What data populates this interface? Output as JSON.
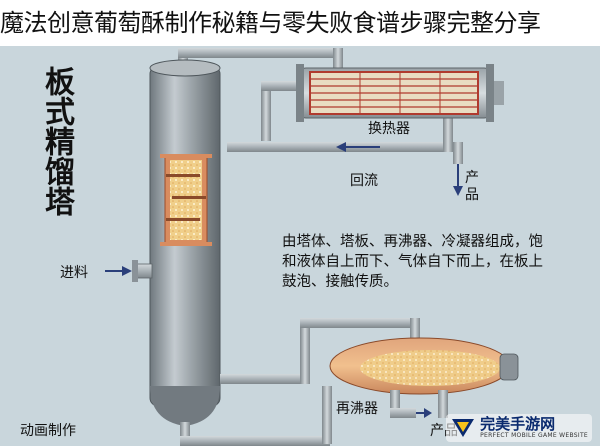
{
  "headline": "魔法创意葡萄酥制作秘籍与零失败食谱步骤完整分享",
  "diagram": {
    "title": "板式精馏塔",
    "labels": {
      "heat_exchanger": "换热器",
      "reflux": "回流",
      "product_top": "产品",
      "feed": "进料",
      "reboiler": "再沸器",
      "product_bottom": "产品"
    },
    "description": "由塔体、塔板、再沸器、冷凝器组成，饱和液体自上而下、气体自下而上，在板上鼓泡、接触传质。",
    "credit": "动画制作"
  },
  "watermark": {
    "main": "完美手游网",
    "sub": "PERFECT MOBILE GAME WEBSITE"
  },
  "colors": {
    "background": "#c9d6dc",
    "column": "#8a9298",
    "pipe": "#a7b0b6",
    "insulation": "#e8a27a",
    "liquid": "#f2d27a",
    "flow_arrow": "#2a3f7a"
  }
}
